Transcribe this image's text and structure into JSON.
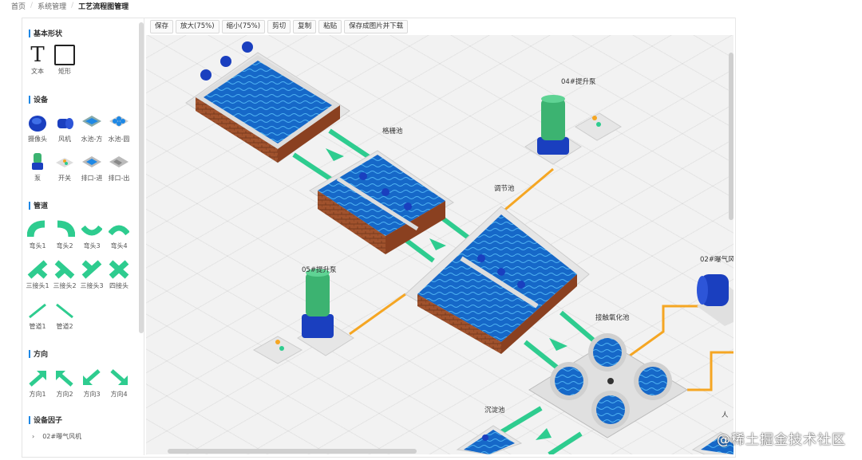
{
  "breadcrumb": [
    "首页",
    "系统管理",
    "工艺流程图管理"
  ],
  "toolbar": {
    "buttons": [
      "保存",
      "放大(75%)",
      "缩小(75%)",
      "剪切",
      "复制",
      "粘贴",
      "保存成图片并下载"
    ]
  },
  "palette": {
    "basic_title": "基本形状",
    "basic": [
      "文本",
      "矩形"
    ],
    "device_title": "设备",
    "devices": [
      "摄像头",
      "风机",
      "水池-方",
      "水池-圆",
      "泵",
      "开关",
      "排口-进",
      "排口-出"
    ],
    "pipe_title": "管道",
    "pipes": [
      "弯头1",
      "弯头2",
      "弯头3",
      "弯头4",
      "三接头1",
      "三接头2",
      "三接头3",
      "四接头",
      "管道1",
      "管道2"
    ],
    "direction_title": "方向",
    "directions": [
      "方向1",
      "方向2",
      "方向3",
      "方向4"
    ],
    "factor_title": "设备因子",
    "factor_item": "02#曝气风机",
    "factor_arrow": "›"
  },
  "canvas": {
    "labels": [
      "格栅池",
      "04#提升泵",
      "调节池",
      "05#提升泵",
      "02#曝气风",
      "接触氧化池",
      "沉淀池",
      "人"
    ]
  },
  "watermark": "@稀土掘金技术社区",
  "colors": {
    "accent": "#1e88e5",
    "water": "#1565c0",
    "brick": "#a0522d",
    "pipe_green": "#2ecc8f",
    "line_orange": "#f5a623",
    "pump_green": "#3cb371",
    "pump_blue": "#1a3fbf"
  }
}
